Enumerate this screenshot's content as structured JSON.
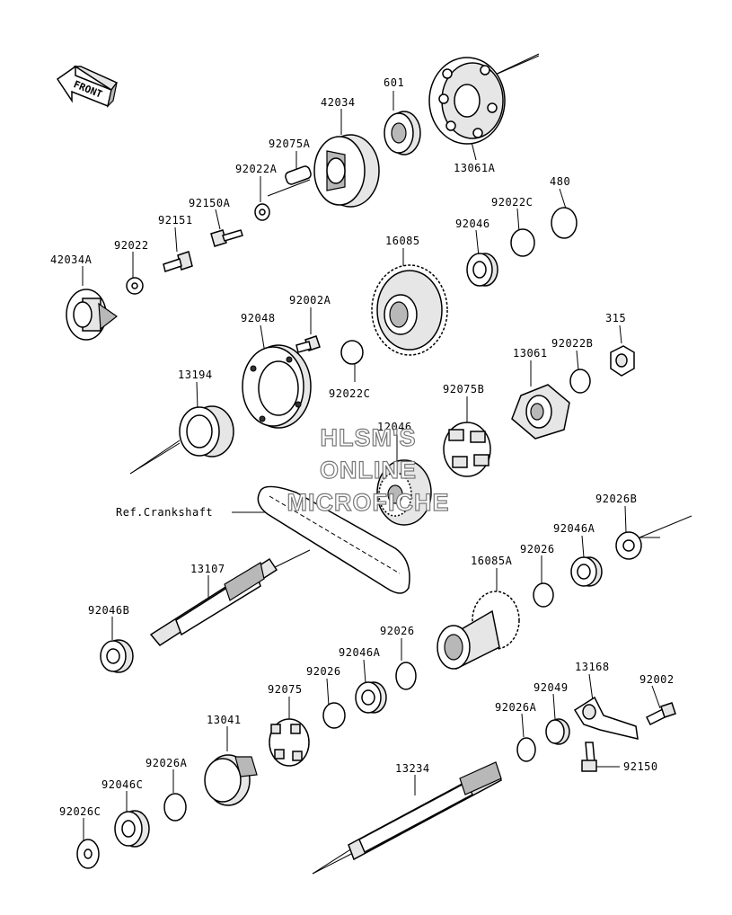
{
  "front_label": "FRONT",
  "watermark": [
    "HLSM'S",
    "ONLINE",
    "MICROFICHE"
  ],
  "labels": {
    "p601": "601",
    "p42034": "42034",
    "p13061A": "13061A",
    "p92075A": "92075A",
    "p92022A": "92022A",
    "p92150A": "92150A",
    "p92151": "92151",
    "p92022": "92022",
    "p42034A": "42034A",
    "p480": "480",
    "p92022C_top": "92022C",
    "p92046_top": "92046",
    "p16085": "16085",
    "p92002A": "92002A",
    "p92048": "92048",
    "p315": "315",
    "p92022B": "92022B",
    "p13061": "13061",
    "p13194": "13194",
    "p92022C_mid": "92022C",
    "p92075B": "92075B",
    "p12046": "12046",
    "p92026B": "92026B",
    "p92046A_right": "92046A",
    "p92026_right": "92026",
    "p16085A": "16085A",
    "p13107": "13107",
    "p92046B": "92046B",
    "p92026_mid": "92026",
    "p92046A_mid": "92046A",
    "p92075": "92075",
    "p92026_left": "92026",
    "p13041": "13041",
    "p13168": "13168",
    "p92002": "92002",
    "p92049": "92049",
    "p92026A_right": "92026A",
    "p92150": "92150",
    "p92026A_left": "92026A",
    "p92046C": "92046C",
    "p92026C": "92026C",
    "p13234": "13234",
    "ref_crankshaft": "Ref.Crankshaft"
  }
}
